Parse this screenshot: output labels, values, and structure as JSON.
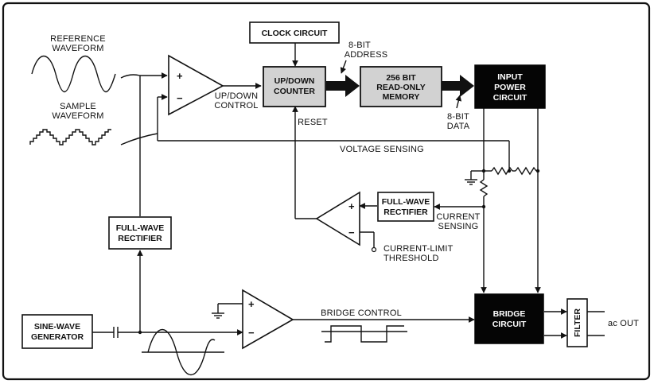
{
  "labels": {
    "reference_waveform": [
      "REFERENCE",
      "WAVEFORM"
    ],
    "sample_waveform": [
      "SAMPLE",
      "WAVEFORM"
    ],
    "clock_circuit": "CLOCK CIRCUIT",
    "updown_counter": [
      "UP/DOWN",
      "COUNTER"
    ],
    "rom": [
      "256 BIT",
      "READ-ONLY",
      "MEMORY"
    ],
    "input_power_circuit": [
      "INPUT",
      "POWER",
      "CIRCUIT"
    ],
    "eight_bit_address": [
      "8-BIT",
      "ADDRESS"
    ],
    "eight_bit_data": [
      "8-BIT",
      "DATA"
    ],
    "updown_control": [
      "UP/DOWN",
      "CONTROL"
    ],
    "reset": "RESET",
    "voltage_sensing": "VOLTAGE SENSING",
    "full_wave_rectifier_right": [
      "FULL-WAVE",
      "RECTIFIER"
    ],
    "current_sensing": [
      "CURRENT",
      "SENSING"
    ],
    "current_limit_threshold": [
      "CURRENT-LIMIT",
      "THRESHOLD"
    ],
    "full_wave_rectifier_left": [
      "FULL-WAVE",
      "RECTIFIER"
    ],
    "sine_wave_generator": [
      "SINE-WAVE",
      "GENERATOR"
    ],
    "bridge_control": "BRIDGE CONTROL",
    "bridge_circuit": [
      "BRIDGE",
      "CIRCUIT"
    ],
    "filter": "FILTER",
    "ac_out": "ac OUT",
    "plus": "+",
    "minus": "−"
  }
}
